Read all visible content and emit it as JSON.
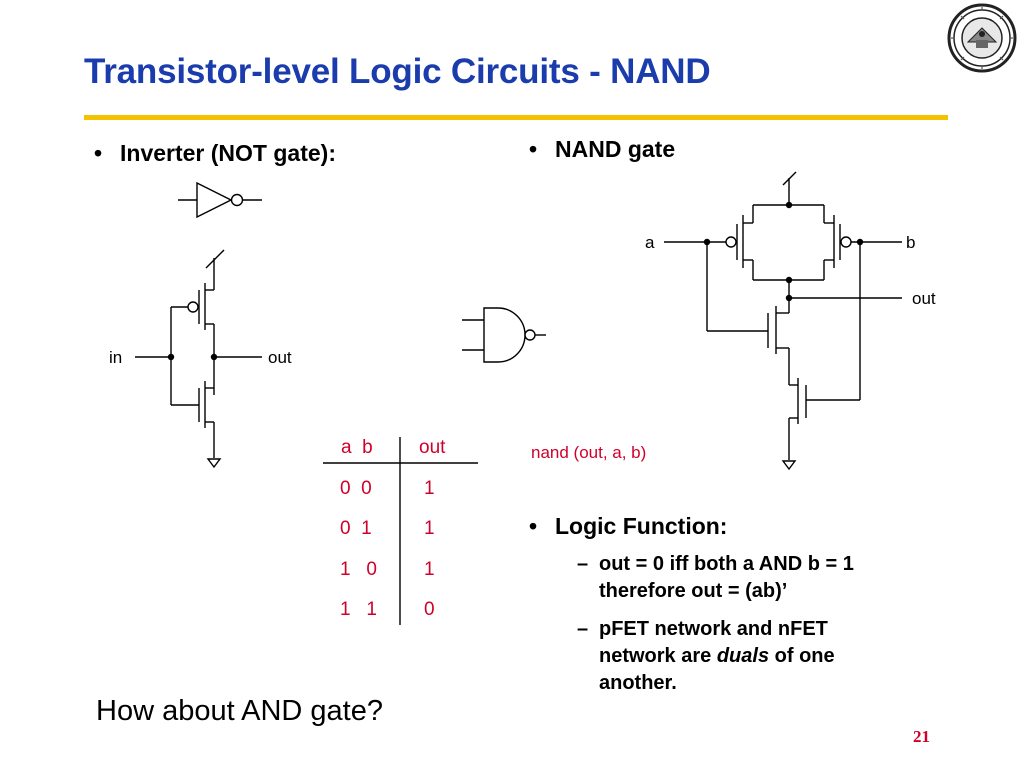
{
  "slide": {
    "title": "Transistor-level Logic Circuits - NAND",
    "page_number": "21"
  },
  "left": {
    "bullet": "Inverter (NOT gate):",
    "in_label": "in",
    "out_label": "out"
  },
  "right": {
    "bullet": "NAND gate",
    "a_label": "a",
    "b_label": "b",
    "out_label": "out",
    "caption": "nand (out, a, b)",
    "logic_bullet": "Logic Function:",
    "sub1_line1": "out = 0 iff both a AND b = 1",
    "sub1_line2": "therefore out = (ab)’",
    "sub2_line1": "pFET network and nFET",
    "sub2_line2_a": "network are ",
    "sub2_line2_em": "duals",
    "sub2_line2_b": " of one",
    "sub2_line3": "another."
  },
  "truth_table": {
    "headers": [
      "a  b",
      "out"
    ],
    "rows": [
      [
        "0  0",
        "1"
      ],
      [
        "0  1",
        "1"
      ],
      [
        "1   0",
        "1"
      ],
      [
        "1   1",
        "0"
      ]
    ]
  },
  "question": "How about AND gate?",
  "bullet_char": "•",
  "dash_char": "–",
  "colors": {
    "title": "#1a3cac",
    "rule": "#f4c300",
    "accent": "#d0002a"
  }
}
